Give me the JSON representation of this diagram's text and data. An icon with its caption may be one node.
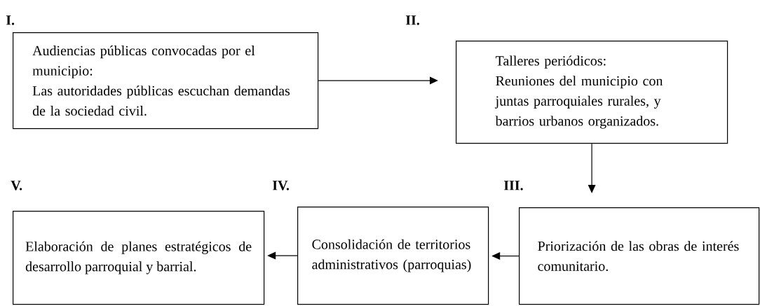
{
  "diagram": {
    "nodes": [
      {
        "text": [
          "Audiencias públicas convocadas por el municipio:",
          "Las autoridades públicas escuchan demandas de la sociedad civil."
        ],
        "beside": [
          "I."
        ]
      },
      {
        "text": [
          "Talleres periódicos:",
          "Reuniones del municipio con juntas parroquiales rurales, y barrios urbanos organizados."
        ],
        "beside": [
          "II."
        ]
      },
      {
        "text": [
          "Priorización de las obras de interés comunitario."
        ],
        "beside": [
          "III."
        ]
      },
      {
        "text": [
          "Consolidación de territorios administrativos (parroquias)"
        ],
        "beside": [
          "IV."
        ]
      },
      {
        "text": [
          "Elaboración de planes estratégicos de desarrollo parroquial y barrial."
        ],
        "beside": [
          "V."
        ]
      }
    ],
    "edges": [
      {
        "from": 0,
        "to": 1,
        "arrow": "to"
      },
      {
        "from": 1,
        "to": 2,
        "arrow": "to"
      },
      {
        "from": 2,
        "to": 3,
        "arrow": "to"
      },
      {
        "from": 3,
        "to": 4,
        "arrow": "to"
      }
    ]
  }
}
